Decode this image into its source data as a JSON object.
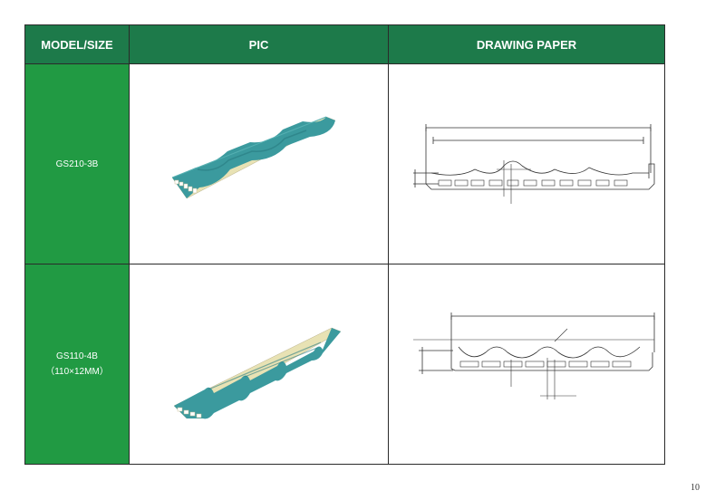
{
  "table": {
    "headers": {
      "model": "MODEL/SIZE",
      "pic": "PIC",
      "drawing": "DRAWING PAPER"
    },
    "rows": [
      {
        "model": "GS210-3B",
        "size": ""
      },
      {
        "model": "GS110-4B",
        "size": "（110×12MM）"
      }
    ]
  },
  "colors": {
    "header_bg": "#1d7a4a",
    "model_bg": "#219a43",
    "panel_face": "#3b9a9e",
    "panel_core": "#e8e2b4"
  },
  "page_number": "10"
}
